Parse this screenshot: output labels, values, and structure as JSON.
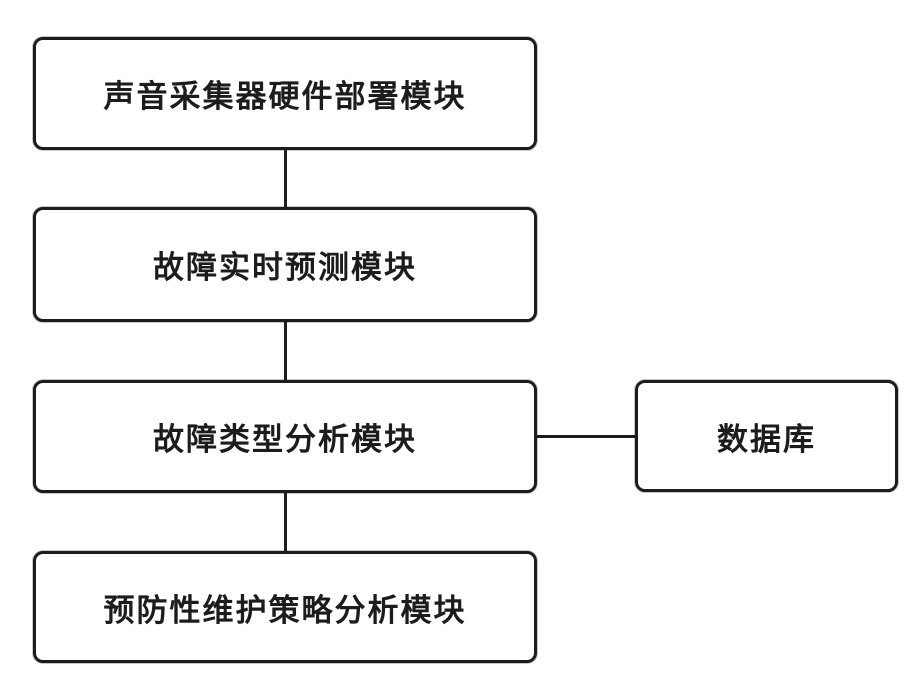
{
  "diagram": {
    "type": "flowchart",
    "background_color": "#ffffff",
    "line_color": "#1c1c1c",
    "boxes": [
      {
        "id": "hardware",
        "label": "声音采集器硬件部署模块"
      },
      {
        "id": "predict",
        "label": "故障实时预测模块"
      },
      {
        "id": "analyze",
        "label": "故障类型分析模块"
      },
      {
        "id": "database",
        "label": "数据库"
      },
      {
        "id": "preventive",
        "label": "预防性维护策略分析模块"
      }
    ],
    "connections": [
      {
        "from": "hardware",
        "to": "predict",
        "style": "vertical-line"
      },
      {
        "from": "predict",
        "to": "analyze",
        "style": "vertical-line"
      },
      {
        "from": "analyze",
        "to": "preventive",
        "style": "vertical-line"
      },
      {
        "from": "analyze",
        "to": "database",
        "style": "horizontal-line"
      }
    ]
  }
}
